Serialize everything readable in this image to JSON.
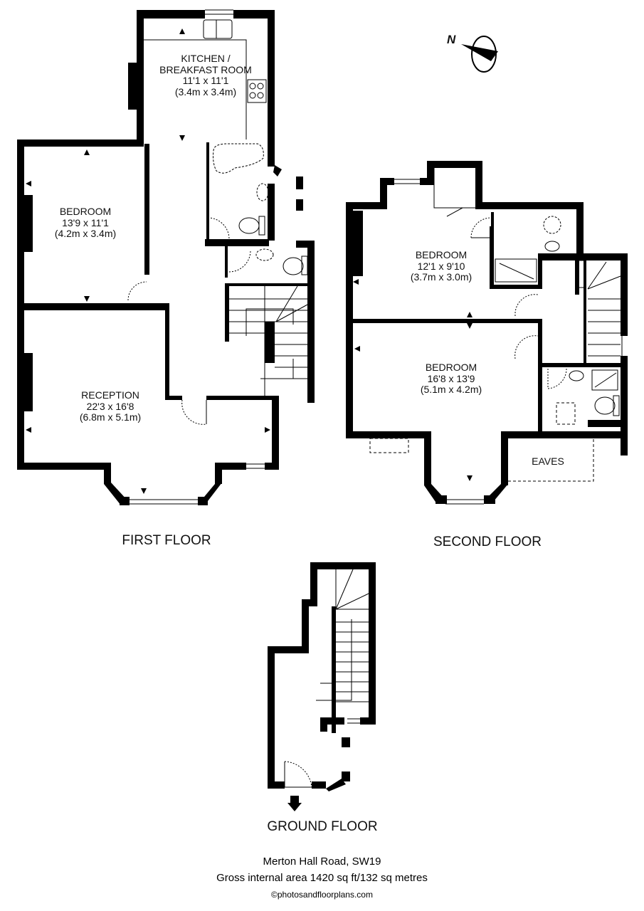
{
  "compass": {
    "label": "N",
    "icon": "north-arrow-icon"
  },
  "floors": {
    "first": {
      "title": "FIRST FLOOR",
      "rooms": [
        {
          "name": "KITCHEN /",
          "name2": "BREAKFAST ROOM",
          "imperial": "11'1 x 11'1",
          "metric": "(3.4m x 3.4m)"
        },
        {
          "name": "BEDROOM",
          "imperial": "13'9 x 11'1",
          "metric": "(4.2m x 3.4m)"
        },
        {
          "name": "RECEPTION",
          "imperial": "22'3 x 16'8",
          "metric": "(6.8m x 5.1m)"
        }
      ]
    },
    "second": {
      "title": "SECOND FLOOR",
      "rooms": [
        {
          "name": "BEDROOM",
          "imperial": "12'1 x 9'10",
          "metric": "(3.7m x 3.0m)"
        },
        {
          "name": "BEDROOM",
          "imperial": "16'8 x 13'9",
          "metric": "(5.1m x 4.2m)"
        },
        {
          "name": "EAVES"
        }
      ]
    },
    "ground": {
      "title": "GROUND FLOOR"
    }
  },
  "footer": {
    "address": "Merton Hall Road, SW19",
    "area": "Gross internal area 1420 sq ft/132 sq metres",
    "copyright": "©photosandfloorplans.com"
  }
}
